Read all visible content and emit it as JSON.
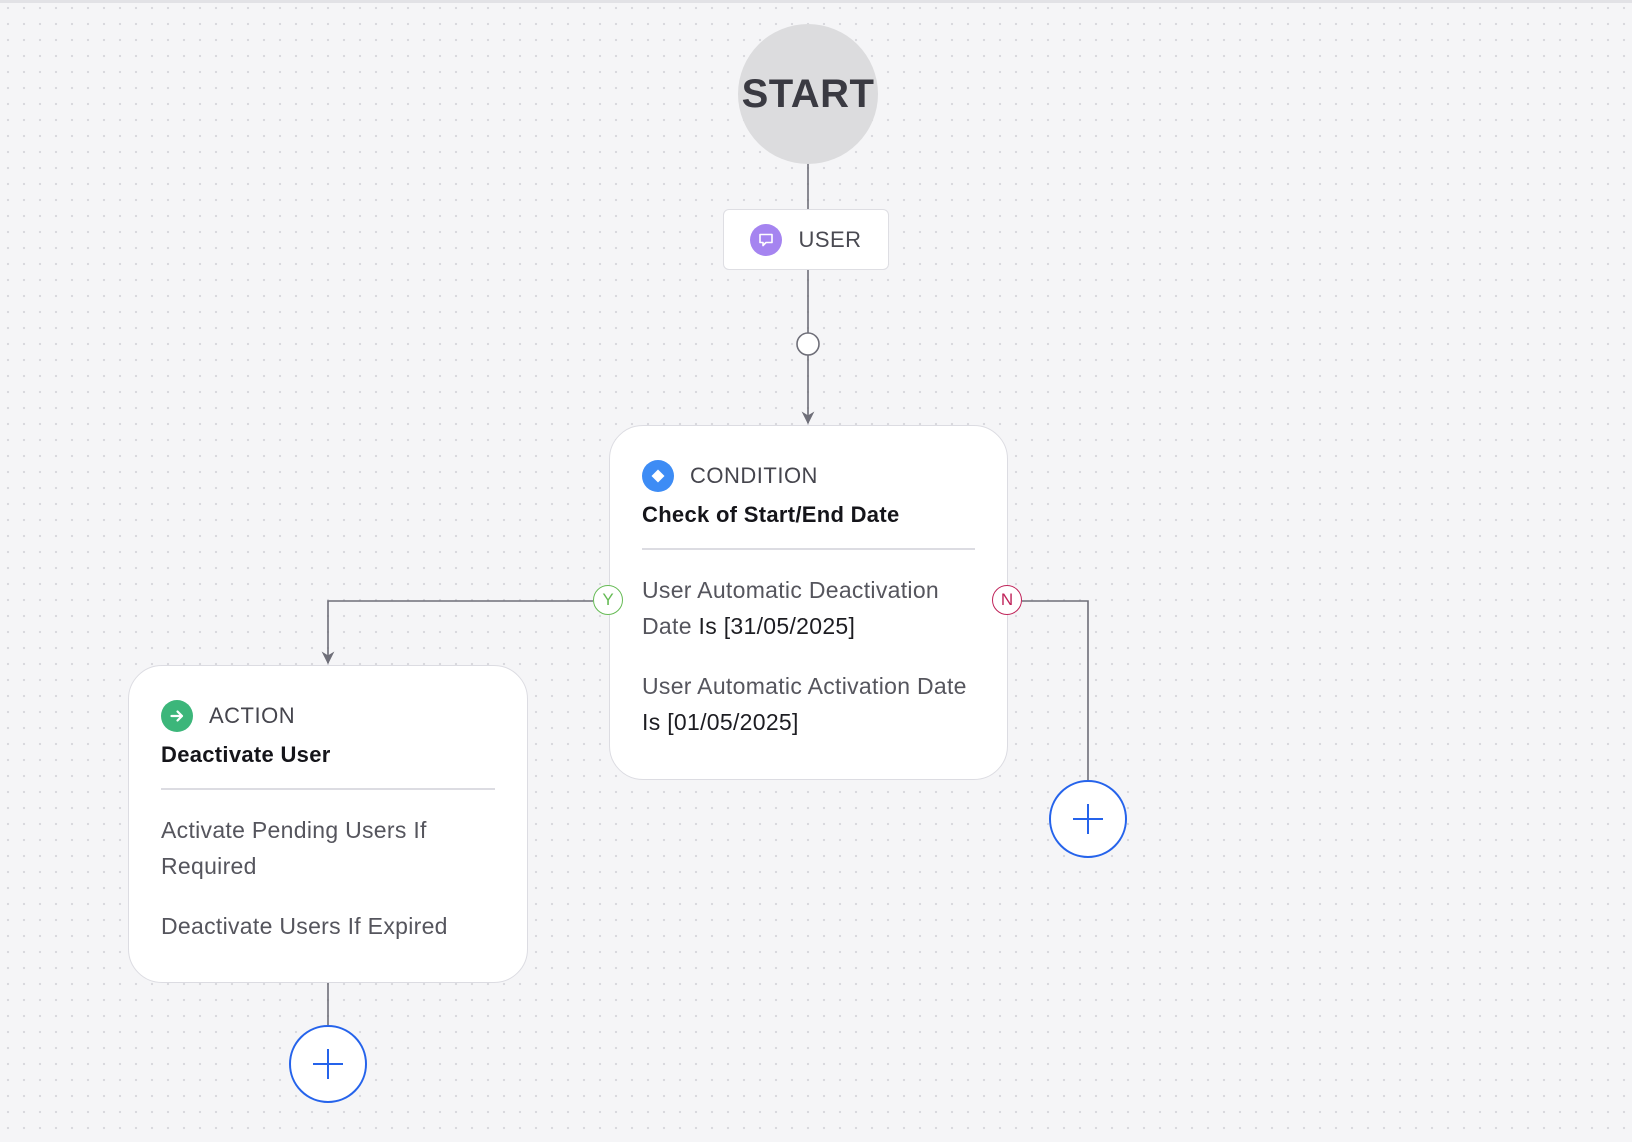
{
  "canvas": {
    "colors": {
      "background": "#f5f5f7",
      "connector": "#6e6e78",
      "add_button": "#2563eb",
      "yes_port": "#66bb55",
      "no_port": "#c0245a"
    }
  },
  "start_node": {
    "label": "START"
  },
  "trigger_node": {
    "icon": "chat-icon",
    "icon_color": "#a584f0",
    "label": "USER"
  },
  "condition_node": {
    "type_label": "CONDITION",
    "icon": "diamond-icon",
    "icon_color": "#3d8cf5",
    "title": "Check of Start/End Date",
    "rules": [
      {
        "field": "User Automatic Deactivation Date",
        "operator": "Is",
        "value": "[31/05/2025]"
      },
      {
        "field": "User Automatic Activation Date",
        "operator": "Is",
        "value": "[01/05/2025]"
      }
    ],
    "yes_label": "Y",
    "no_label": "N"
  },
  "action_node": {
    "type_label": "ACTION",
    "icon": "arrow-right-icon",
    "icon_color": "#3cb67a",
    "title": "Deactivate User",
    "steps": [
      "Activate Pending Users If Required",
      "Deactivate Users If Expired"
    ]
  },
  "add_buttons": {
    "icon": "plus-icon"
  }
}
